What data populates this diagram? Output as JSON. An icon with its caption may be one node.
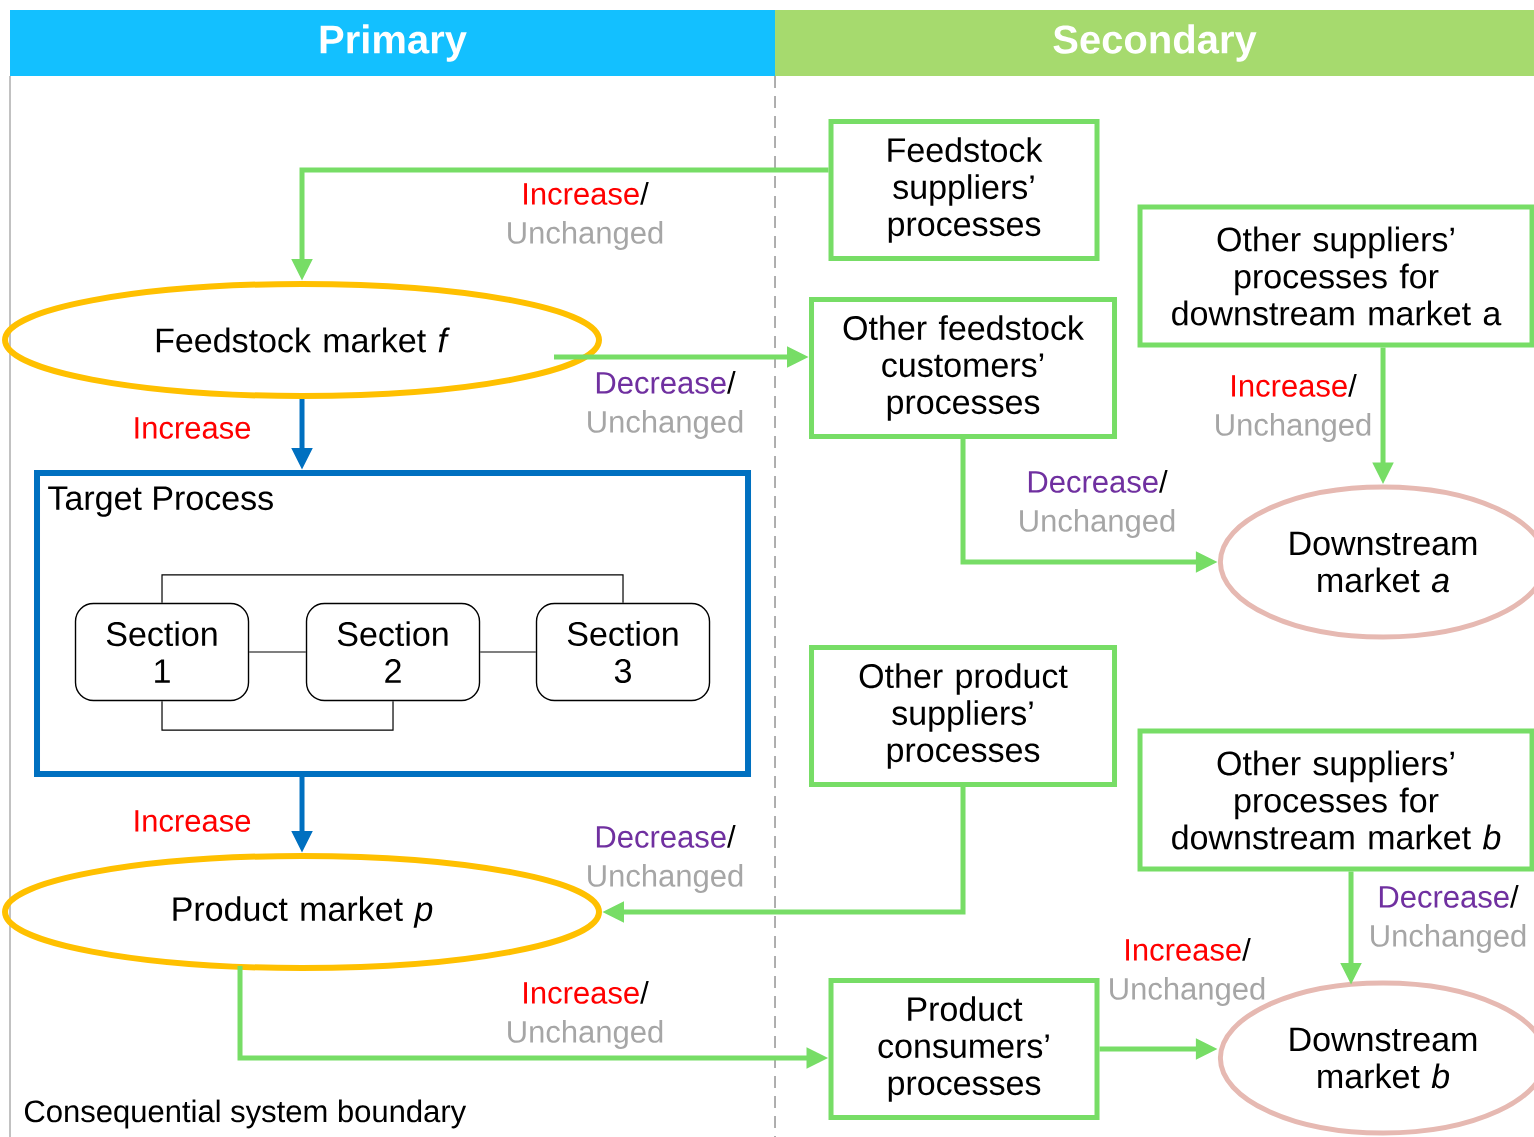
{
  "diagram": {
    "nodes": [
      {
        "text": [
          "Primary"
        ]
      },
      {
        "text": [
          "Secondary"
        ]
      },
      {
        "text": [
          "Feedstock suppliers’ processes"
        ]
      },
      {
        "text": [
          "Other suppliers’ processes for downstream market a"
        ]
      },
      {
        "text": [
          "Feedstock market *f*"
        ]
      },
      {
        "text": [
          "Other feedstock customers’ processes"
        ]
      },
      {
        "text": [
          "Target Process"
        ]
      },
      {
        "text": [
          "Section 1"
        ],
        "in": 6
      },
      {
        "text": [
          "Section 2"
        ],
        "in": 6
      },
      {
        "text": [
          "Section 3"
        ],
        "in": 6
      },
      {
        "text": [
          "Downstream market *a*"
        ]
      },
      {
        "text": [
          "Other product suppliers’ processes"
        ]
      },
      {
        "text": [
          "Other suppliers’ processes for downstream market *b*"
        ]
      },
      {
        "text": [
          "Product market *p*"
        ]
      },
      {
        "text": [
          "Product consumers’ processes"
        ]
      },
      {
        "text": [
          "Downstream market *b*"
        ]
      }
    ],
    "edges": [
      {
        "from": 2,
        "to": 4,
        "arrow": "to",
        "label": "Increase/ Unchanged"
      },
      {
        "from": 4,
        "to": 5,
        "arrow": "to",
        "label": "Decrease/ Unchanged"
      },
      {
        "from": 4,
        "to": 6,
        "arrow": "to",
        "label": "Increase",
        "color": "#0070c0"
      },
      {
        "from": 3,
        "to": 10,
        "arrow": "to",
        "label": "Increase/ Unchanged"
      },
      {
        "from": 5,
        "to": 10,
        "arrow": "to",
        "label": "Decrease/ Unchanged"
      },
      {
        "from": 6,
        "to": 13,
        "arrow": "to",
        "label": "Increase",
        "color": "#0070c0"
      },
      {
        "from": 11,
        "to": 13,
        "arrow": "to",
        "label": "Decrease/ Unchanged"
      },
      {
        "from": 12,
        "to": 15,
        "arrow": "to",
        "label": "Decrease/ Unchanged"
      },
      {
        "from": 13,
        "to": 14,
        "arrow": "to",
        "label": "Increase/ Unchanged"
      },
      {
        "from": 14,
        "to": 15,
        "arrow": "to",
        "label": "Increase/ Unchanged"
      },
      {
        "from": 7,
        "to": 8,
        "arrow": "none",
        "color": "#000000"
      },
      {
        "from": 8,
        "to": 9,
        "arrow": "none",
        "color": "#000000"
      },
      {
        "from": 7,
        "to": 9,
        "arrow": "none",
        "color": "#000000"
      },
      {
        "from": 7,
        "to": 8,
        "arrow": "none",
        "color": "#000000"
      }
    ],
    "labels": [
      "Consequential system boundary"
    ]
  }
}
